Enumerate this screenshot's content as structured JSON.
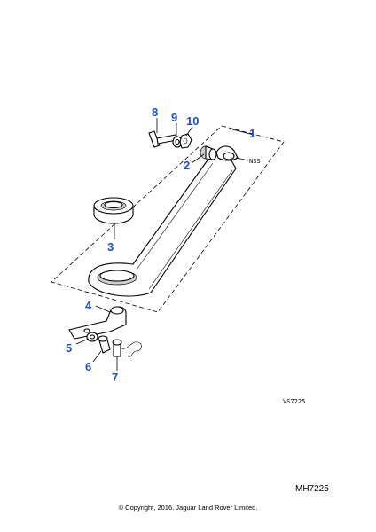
{
  "diagram": {
    "callouts": [
      "1",
      "2",
      "3",
      "4",
      "5",
      "6",
      "7",
      "8",
      "9",
      "10"
    ],
    "side_label": "NSS",
    "drawing_code": "VS7225",
    "reference": "MH7225",
    "copyright": "© Copyright, 2016. Jaguar Land Rover Limited."
  },
  "colors": {
    "callout": "#1f4fd1",
    "line": "#000000",
    "background": "#ffffff"
  }
}
